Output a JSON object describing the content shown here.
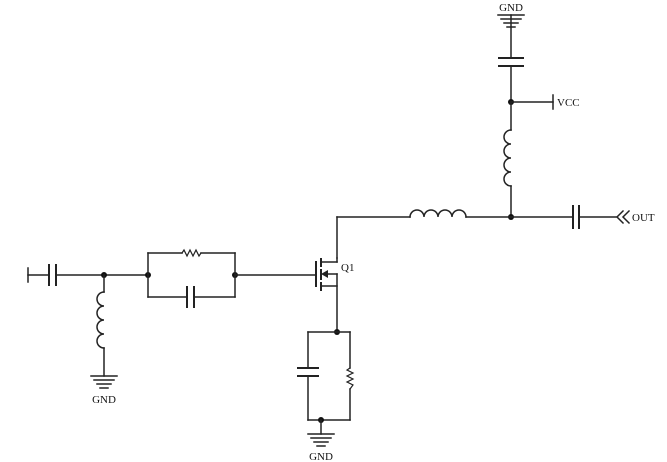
{
  "labels": {
    "gnd_top": "GND",
    "vcc": "VCC",
    "out": "OUT",
    "q1": "Q1",
    "gnd_left": "GND",
    "gnd_bottom": "GND"
  }
}
